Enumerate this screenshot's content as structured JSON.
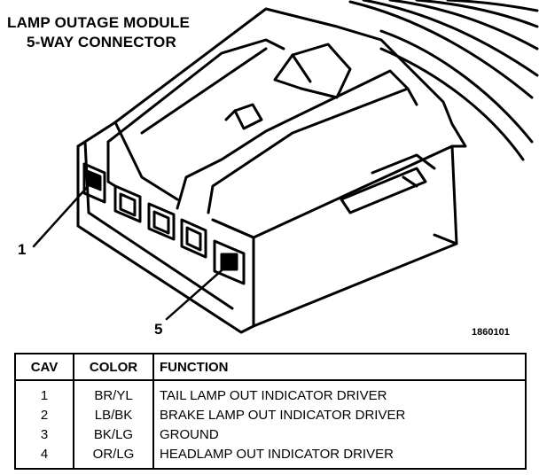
{
  "title": {
    "line1": "LAMP OUTAGE MODULE",
    "line2": "5-WAY CONNECTOR"
  },
  "callouts": {
    "pin_first": "1",
    "pin_last": "5"
  },
  "figure_code": "1860101",
  "table": {
    "headers": {
      "cav": "CAV",
      "color": "COLOR",
      "function": "FUNCTION"
    },
    "rows": [
      {
        "cav": "1",
        "color": "BR/YL",
        "function": "TAIL LAMP OUT INDICATOR DRIVER"
      },
      {
        "cav": "2",
        "color": "LB/BK",
        "function": "BRAKE LAMP OUT INDICATOR DRIVER"
      },
      {
        "cav": "3",
        "color": "BK/LG",
        "function": "GROUND"
      },
      {
        "cav": "4",
        "color": "OR/LG",
        "function": "HEADLAMP OUT INDICATOR DRIVER"
      }
    ]
  }
}
